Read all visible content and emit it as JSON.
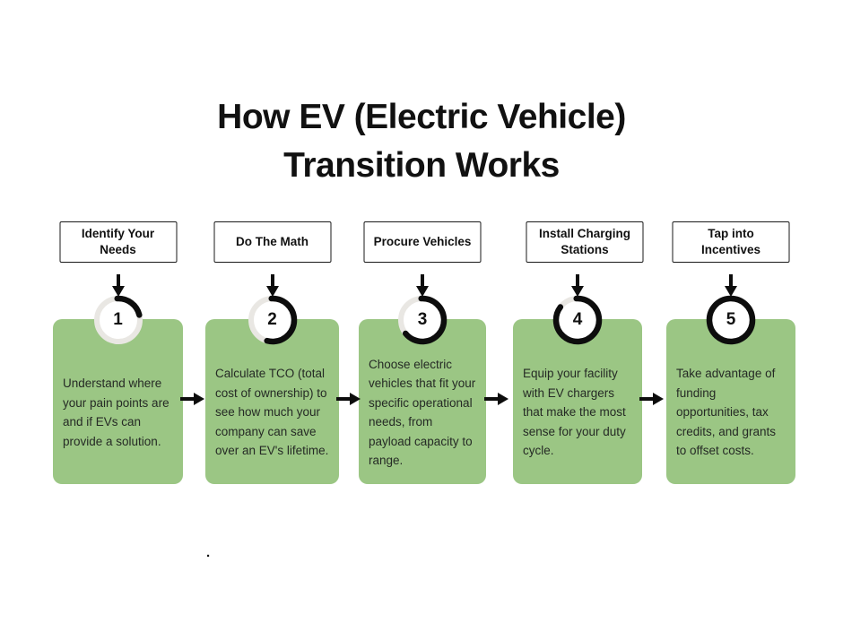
{
  "title": {
    "line1": "How EV (Electric Vehicle)",
    "line2": "Transition Works"
  },
  "colors": {
    "green_box": "#9bc684",
    "ring_gray": "#e9e7e3",
    "ring_black": "#0d0d0d",
    "text_dark": "#252a25"
  },
  "stray_dot": ".",
  "steps": [
    {
      "label": "Identify Your Needs",
      "number": "1",
      "progress": 0.22,
      "description": "Understand where your pain points are and if EVs can provide a solution."
    },
    {
      "label": "Do The Math",
      "number": "2",
      "progress": 0.55,
      "description": "Calculate TCO (total cost of ownership) to see how much your company can save over an EV's lifetime."
    },
    {
      "label": "Procure Vehicles",
      "number": "3",
      "progress": 0.65,
      "description": "Choose electric vehicles that fit your specific operational needs, from payload capacity to range."
    },
    {
      "label": "Install Charging Stations",
      "number": "4",
      "progress": 0.86,
      "description": "Equip your facility with EV chargers that make the most sense for your duty cycle."
    },
    {
      "label": "Tap into Incentives",
      "number": "5",
      "progress": 1,
      "description": "Take advantage of funding opportunities, tax credits, and grants to offset costs."
    }
  ]
}
